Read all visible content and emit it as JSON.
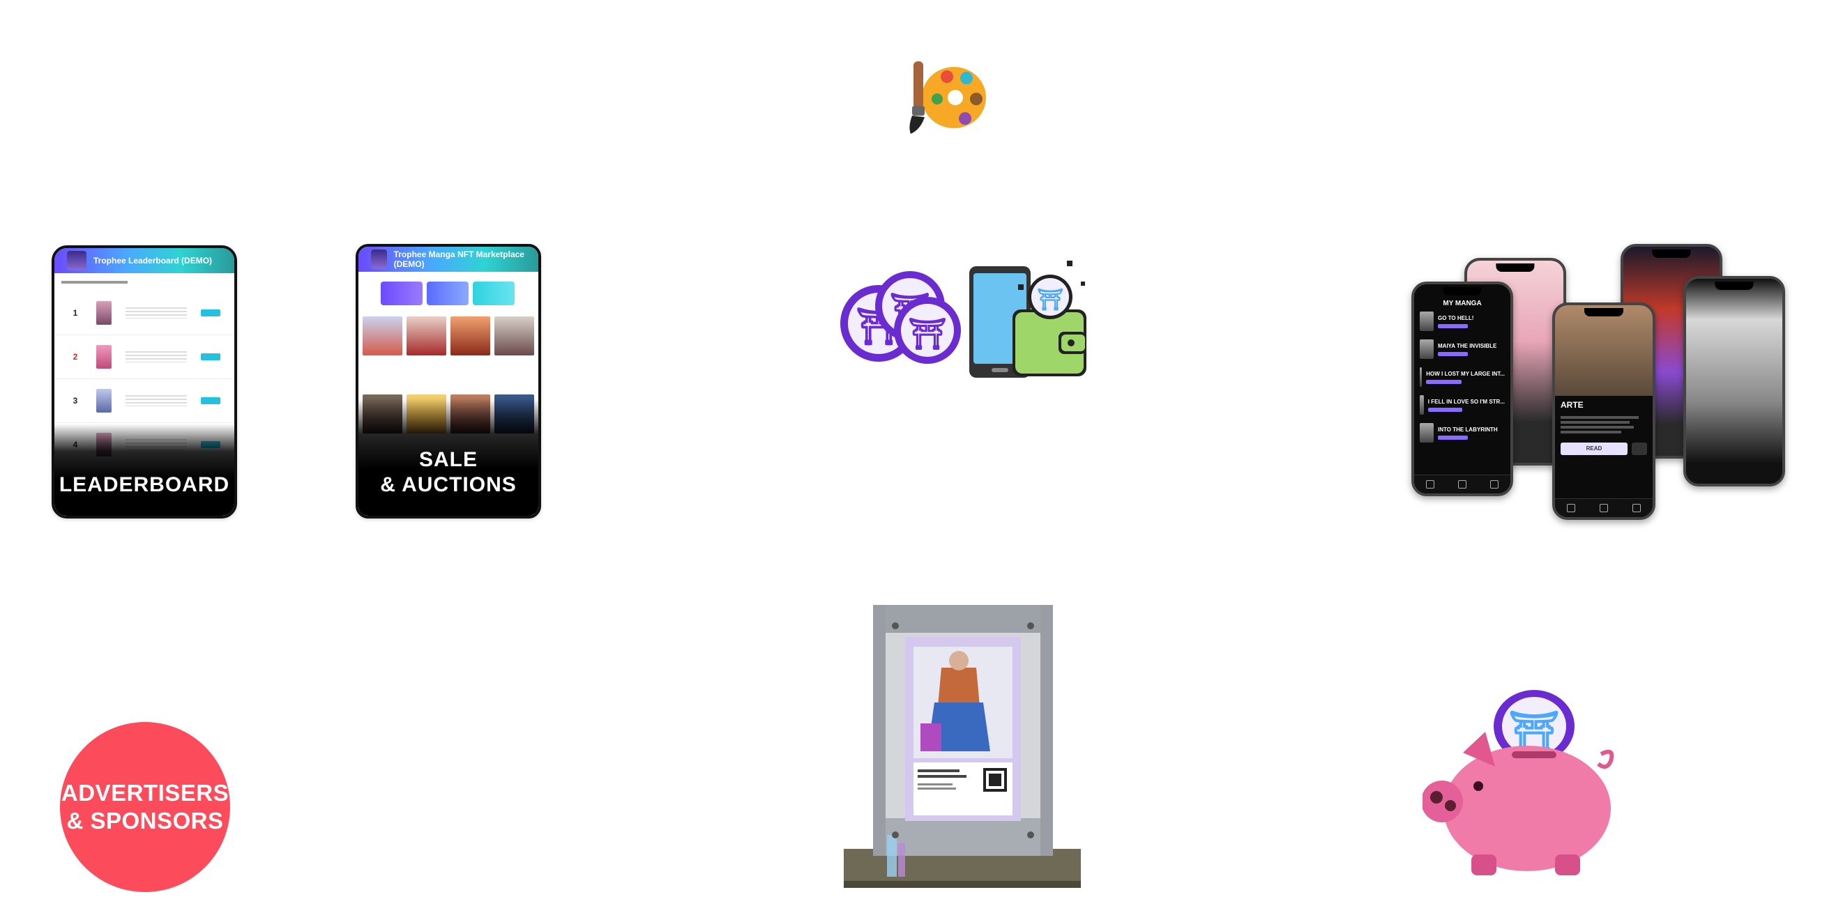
{
  "tiles": {
    "leaderboard": {
      "banner_title": "Trophee Leaderboard (DEMO)",
      "label": "LEADERBOARD"
    },
    "sale_auctions": {
      "banner_title": "Trophee Manga NFT Marketplace (DEMO)",
      "label": "SALE\n& AUCTIONS"
    }
  },
  "advertisers": {
    "label": "ADVERTISERS\n& SPONSORS"
  },
  "leaderboard_rows": [
    "1",
    "2",
    "3",
    "4"
  ],
  "phones": {
    "screen_title": "MY MANGA",
    "list_items": [
      "GO TO HELL!",
      "MAIYA THE INVISIBLE",
      "HOW I LOST MY LARGE INT...",
      "I FELL IN LOVE SO I'M STR...",
      "INTO THE LABYRINTH"
    ],
    "featured_title": "ARTE",
    "featured_action": "READ"
  },
  "colors": {
    "advertisers_bg": "#fc4b5a",
    "token_purple": "#6a2bd1",
    "pig_pink": "#f07aa8",
    "phone_accent": "#8a6bff"
  },
  "icons": [
    "palette-icon",
    "tokens-wallet-icon",
    "piggy-bank-icon",
    "trophy-display-icon"
  ]
}
